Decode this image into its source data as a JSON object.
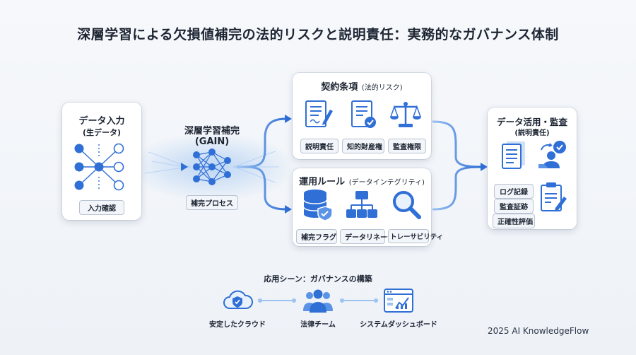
{
  "title": "深層学習による欠損値補完の法的リスクと説明責任：実務的なガバナンス体制",
  "input": {
    "title": "データ入力",
    "subtitle": "(生データ)",
    "tag": "入力確認"
  },
  "model": {
    "title": "深層学習補完",
    "subtitle": "(GAIN)",
    "tag": "補完プロセス"
  },
  "contract": {
    "title": "契約条項",
    "subtitle": "(法的リスク)",
    "tags": [
      "説明責任",
      "知的財産権",
      "監査権限"
    ]
  },
  "rules": {
    "title": "運用ルール",
    "subtitle": "(データインテグリティ)",
    "tags": [
      "補完フラグ",
      "データリネージ",
      "トレーサビリティ"
    ]
  },
  "audit": {
    "title": "データ活用・監査",
    "subtitle": "(説明責任)",
    "tags": [
      "ログ記録",
      "監査証跡",
      "正確性評価"
    ]
  },
  "scenes": {
    "title": "応用シーン：ガバナンスの構築",
    "items": [
      "安定したクラウド",
      "法律チーム",
      "システムダッシュボード"
    ]
  },
  "footer": "2025 AI KnowledgeFlow",
  "colors": {
    "accent": "#2f6fd6",
    "light": "#9cc3f2",
    "dark": "#1d2533"
  }
}
